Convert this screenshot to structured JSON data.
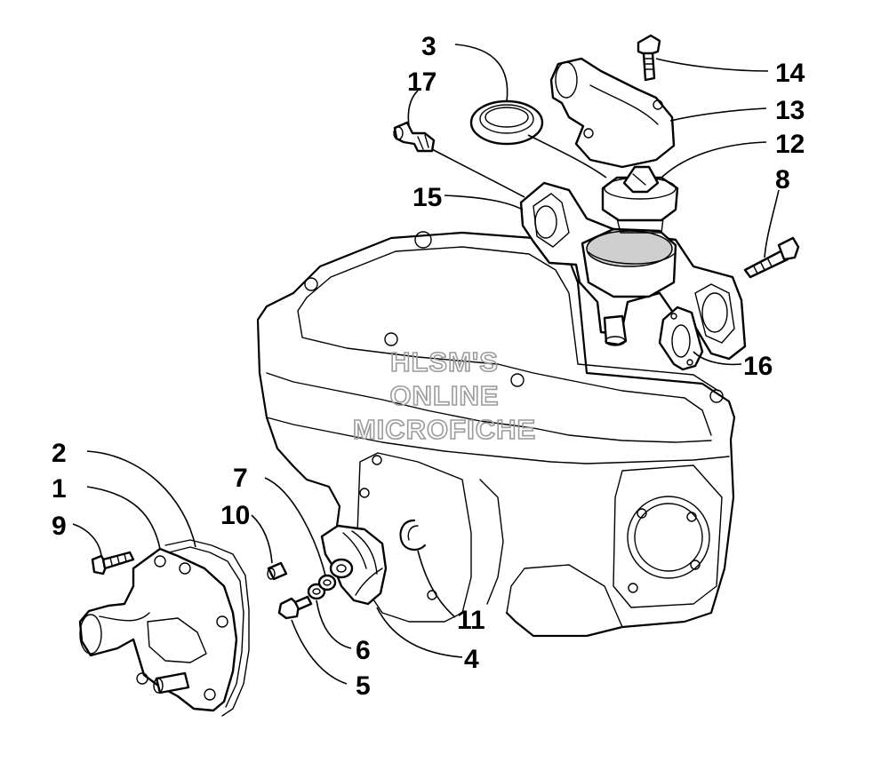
{
  "diagram": {
    "watermark": [
      "HLSM'S",
      "ONLINE",
      "MICROFICHE"
    ],
    "callouts": [
      {
        "id": "c1",
        "text": "1"
      },
      {
        "id": "c2",
        "text": "2"
      },
      {
        "id": "c3",
        "text": "3"
      },
      {
        "id": "c4",
        "text": "4"
      },
      {
        "id": "c5",
        "text": "5"
      },
      {
        "id": "c6",
        "text": "6"
      },
      {
        "id": "c7",
        "text": "7"
      },
      {
        "id": "c8",
        "text": "8"
      },
      {
        "id": "c9",
        "text": "9"
      },
      {
        "id": "c10",
        "text": "10"
      },
      {
        "id": "c11",
        "text": "11"
      },
      {
        "id": "c12",
        "text": "12"
      },
      {
        "id": "c13",
        "text": "13"
      },
      {
        "id": "c14",
        "text": "14"
      },
      {
        "id": "c15",
        "text": "15"
      },
      {
        "id": "c16",
        "text": "16"
      },
      {
        "id": "c17",
        "text": "17"
      }
    ]
  }
}
